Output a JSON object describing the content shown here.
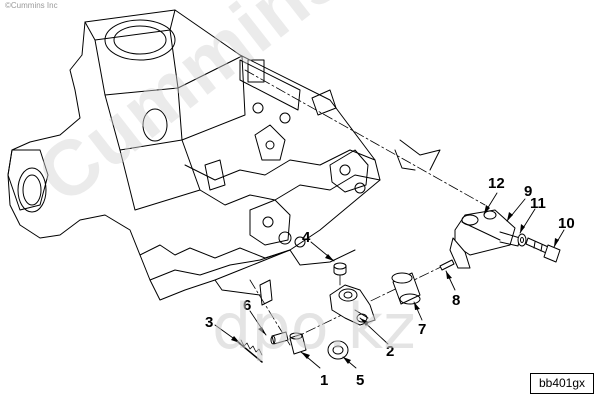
{
  "copyright": "©Cummins Inc",
  "watermark_brand": "Cummins",
  "watermark_site": "dpo.kz",
  "reference_code": "bb401gx",
  "callouts": [
    "1",
    "2",
    "3",
    "4",
    "5",
    "6",
    "7",
    "8",
    "9",
    "10",
    "11",
    "12"
  ]
}
